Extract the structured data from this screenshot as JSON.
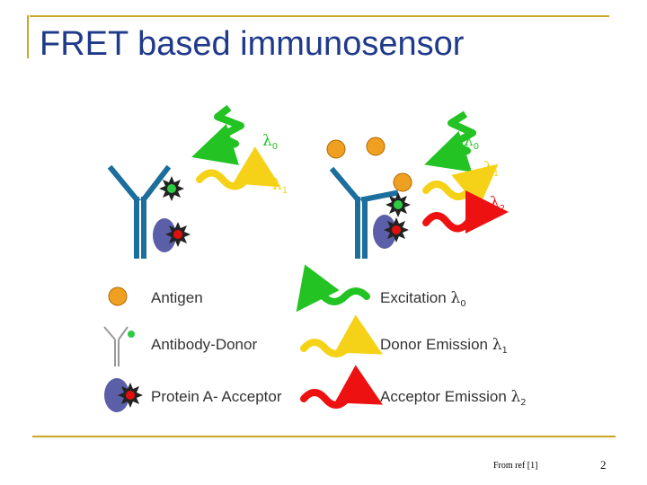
{
  "slide": {
    "title": "FRET based immunosensor",
    "footnote": "From ref [1]",
    "page_number": "2"
  },
  "diagram": {
    "top_left": {
      "excitation": {
        "symbol": "λ",
        "sub": "0"
      },
      "emission": {
        "symbol": "λ",
        "sub": "1"
      }
    },
    "top_right": {
      "excitation": {
        "symbol": "λ",
        "sub": "0"
      },
      "donor_emission": {
        "symbol": "λ",
        "sub": "1"
      },
      "acceptor_emission": {
        "symbol": "λ",
        "sub": "2"
      }
    },
    "legend": {
      "antigen": "Antigen",
      "antibody_donor": "Antibody-Donor",
      "protein_a_acceptor": "Protein A- Acceptor",
      "excitation": {
        "text": "Excitation ",
        "symbol": "λ",
        "sub": "0"
      },
      "donor_emission": {
        "text": "Donor Emission ",
        "symbol": "λ",
        "sub": "1"
      },
      "acceptor_emission": {
        "text": "Acceptor Emission ",
        "symbol": "λ",
        "sub": "2"
      }
    }
  },
  "colors": {
    "frame": "#c8a628",
    "title": "#1f3a8a",
    "antibody": "#1c6e9c",
    "antigen": "#f0a020",
    "donor": "#2ecc40",
    "acceptor": "#e01010",
    "protein_a": "#5b5fa8",
    "excitation": "#22c322",
    "donor_emission": "#f5d218",
    "acceptor_emission": "#ee1111"
  }
}
